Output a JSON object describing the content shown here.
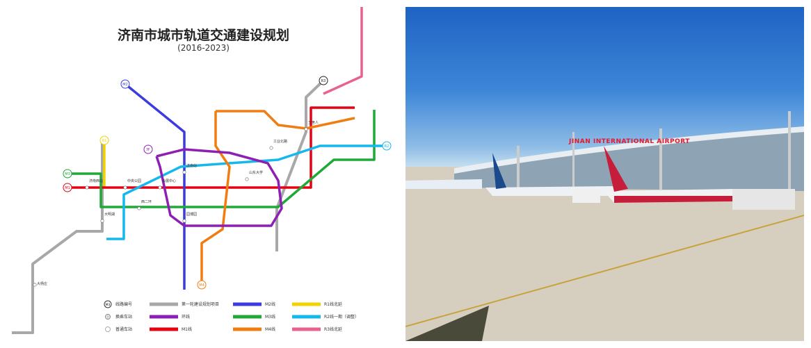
{
  "map": {
    "title": "济南市城市轨道交通建设规划",
    "subtitle": "(2016-2023)",
    "line_badges": [
      "M1",
      "M2",
      "M3",
      "M4",
      "R1",
      "R2",
      "R3",
      "环"
    ],
    "stations": [
      "济南西站",
      "中央公园",
      "会展中心",
      "西二环",
      "大明湖",
      "济南站",
      "园博园",
      "山东大学",
      "工业北路",
      "王舍人",
      "大杨庄"
    ],
    "colors": {
      "first_round": "#a8a8a8",
      "ring": "#8e1fb4",
      "M1": "#e60012",
      "M2": "#3b3be0",
      "M3": "#20a838",
      "M4": "#f07d12",
      "R1": "#f2d300",
      "R2": "#14b8ec",
      "R3": "#e8628f"
    },
    "legend": [
      {
        "label": "线路编号",
        "type": "badge"
      },
      {
        "label": "换乘车站",
        "type": "transfer"
      },
      {
        "label": "普通车站",
        "type": "station"
      },
      {
        "label": "第一轮建设规划项目",
        "color": "#a8a8a8"
      },
      {
        "label": "环线",
        "color": "#8e1fb4"
      },
      {
        "label": "M1线",
        "color": "#e60012"
      },
      {
        "label": "M2线",
        "color": "#3b3be0"
      },
      {
        "label": "M3线",
        "color": "#20a838"
      },
      {
        "label": "M4线",
        "color": "#f07d12"
      },
      {
        "label": "R1线北延",
        "color": "#f2d300"
      },
      {
        "label": "R2线一期（调整）",
        "color": "#14b8ec"
      },
      {
        "label": "R3线北延",
        "color": "#e8628f"
      }
    ]
  },
  "photo": {
    "airport_sign": "JINAN INTERNATIONAL AIRPORT"
  }
}
